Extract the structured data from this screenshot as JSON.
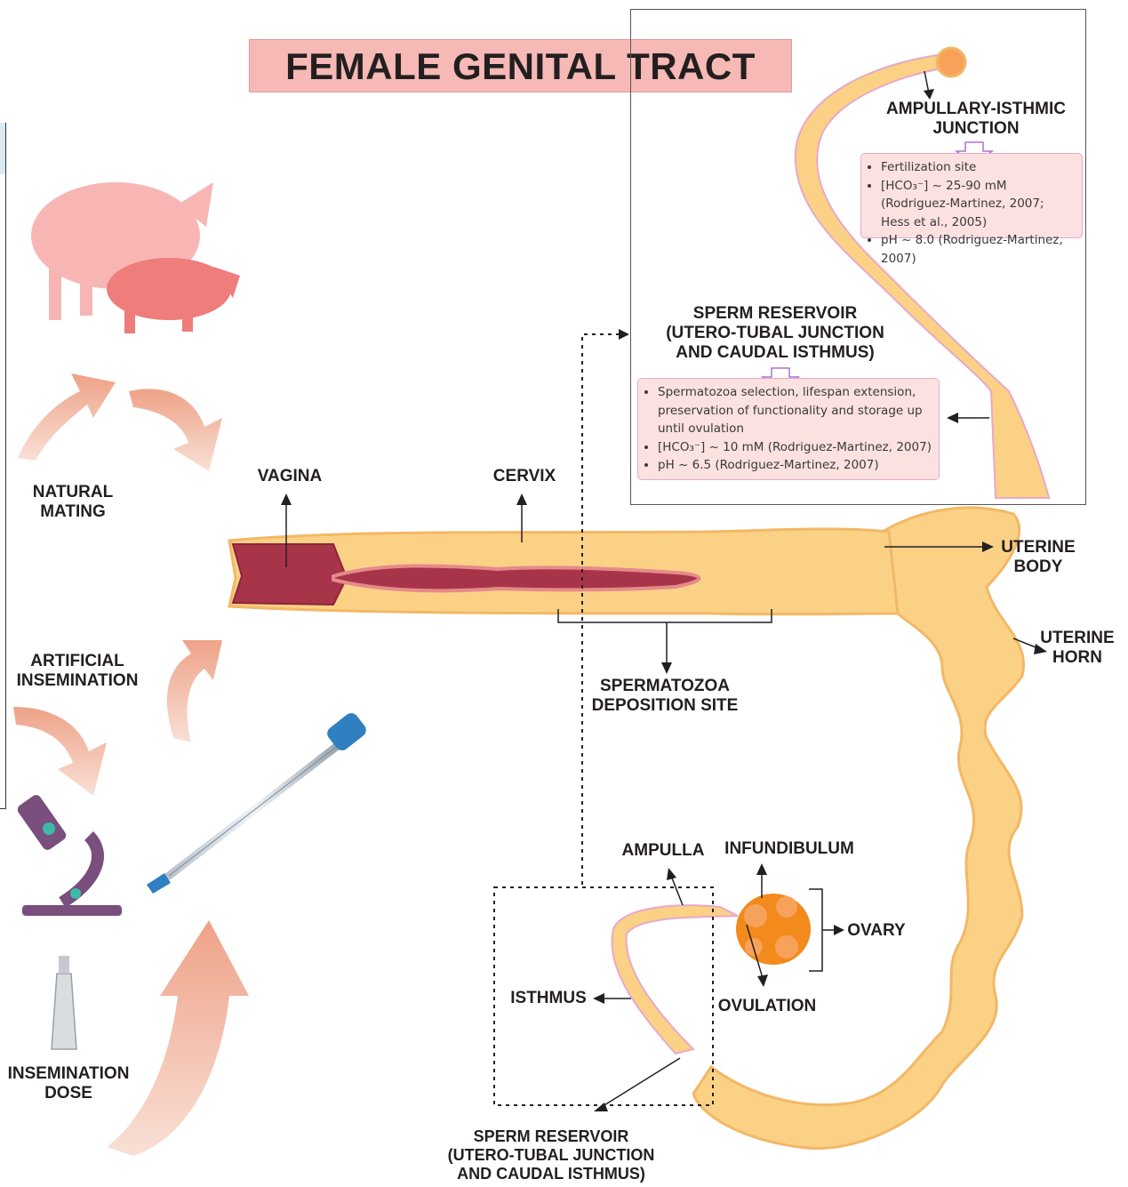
{
  "title": "FEMALE GENITAL TRACT",
  "labels": {
    "natural_mating": [
      "NATURAL",
      "MATING"
    ],
    "artificial_insemination": [
      "ARTIFICIAL",
      "INSEMINATION"
    ],
    "insemination_dose": [
      "INSEMINATION",
      "DOSE"
    ],
    "vagina": "VAGINA",
    "cervix": "CERVIX",
    "uterine_body": [
      "UTERINE",
      "BODY"
    ],
    "uterine_horn": [
      "UTERINE",
      "HORN"
    ],
    "deposition_site": [
      "SPERMATOZOA",
      "DEPOSITION SITE"
    ],
    "ampulla": "AMPULLA",
    "infundibulum": "INFUNDIBULUM",
    "ovary": "OVARY",
    "ovulation": "OVULATION",
    "isthmus": "ISTHMUS",
    "bottom_reservoir": [
      "SPERM RESERVOIR",
      "(UTERO-TUBAL JUNCTION",
      "AND CAUDAL ISTHMUS)"
    ]
  },
  "inset": {
    "aij_title": [
      "AMPULLARY-ISTHMIC",
      "JUNCTION"
    ],
    "aij_bullets": [
      "Fertilization site",
      "[HCO₃⁻] ~ 25-90 mM (Rodriguez-Martinez, 2007; Hess et al., 2005)",
      "pH ~ 8.0 (Rodriguez-Martinez, 2007)"
    ],
    "reservoir_title": [
      "SPERM RESERVOIR",
      "(UTERO-TUBAL JUNCTION",
      "AND CAUDAL ISTHMUS)"
    ],
    "reservoir_bullets": [
      "Spermatozoa selection, lifespan extension, preservation of functionality and storage up until ovulation",
      "[HCO₃⁻] ~ 10 mM (Rodriguez-Martinez, 2007)",
      "pH ~ 6.5 (Rodriguez-Martinez, 2007)"
    ]
  },
  "colors": {
    "title_bg": "#f6b9b5",
    "tract": "#fbd186",
    "tract_edge": "#f2b866",
    "lumen": "#a8344a",
    "pig_top": "#f7b6b4",
    "pig_bottom": "#ee7d7b",
    "arrow_peach": "#f0b39d",
    "ovary": "#f28a1c",
    "infobox_bg": "#fbe1df",
    "infobox_border": "#e7a9c9",
    "catheter_tip": "#2f7fc1"
  }
}
